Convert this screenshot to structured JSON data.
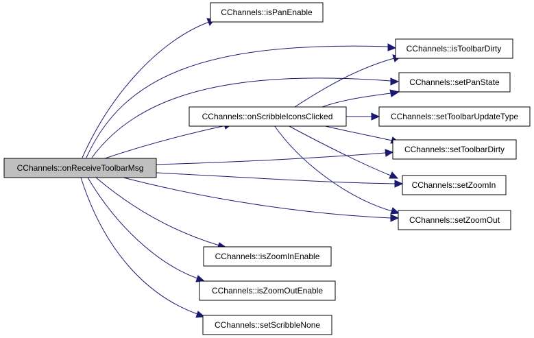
{
  "diagram": {
    "colors": {
      "edge": "#191970",
      "root_fill": "#bfbfbf",
      "node_fill": "#ffffff",
      "border": "#000000"
    },
    "nodes": {
      "root": {
        "label": "CChannels::onReceiveToolbarMsg"
      },
      "isPanEnable": {
        "label": "CChannels::isPanEnable"
      },
      "isToolbarDirty": {
        "label": "CChannels::isToolbarDirty"
      },
      "setPanState": {
        "label": "CChannels::setPanState"
      },
      "onScribbleIconsClicked": {
        "label": "CChannels::onScribbleIconsClicked"
      },
      "setToolbarUpdateType": {
        "label": "CChannels::setToolbarUpdateType"
      },
      "setToolbarDirty": {
        "label": "CChannels::setToolbarDirty"
      },
      "setZoomIn": {
        "label": "CChannels::setZoomIn"
      },
      "setZoomOut": {
        "label": "CChannels::setZoomOut"
      },
      "isZoomInEnable": {
        "label": "CChannels::isZoomInEnable"
      },
      "isZoomOutEnable": {
        "label": "CChannels::isZoomOutEnable"
      },
      "setScribbleNone": {
        "label": "CChannels::setScribbleNone"
      }
    },
    "edges": [
      {
        "from": "root",
        "to": "isPanEnable"
      },
      {
        "from": "root",
        "to": "isToolbarDirty"
      },
      {
        "from": "root",
        "to": "setPanState"
      },
      {
        "from": "root",
        "to": "onScribbleIconsClicked"
      },
      {
        "from": "root",
        "to": "setToolbarDirty"
      },
      {
        "from": "root",
        "to": "setZoomIn"
      },
      {
        "from": "root",
        "to": "setZoomOut"
      },
      {
        "from": "root",
        "to": "isZoomInEnable"
      },
      {
        "from": "root",
        "to": "isZoomOutEnable"
      },
      {
        "from": "root",
        "to": "setScribbleNone"
      },
      {
        "from": "onScribbleIconsClicked",
        "to": "isToolbarDirty"
      },
      {
        "from": "onScribbleIconsClicked",
        "to": "setPanState"
      },
      {
        "from": "onScribbleIconsClicked",
        "to": "setToolbarUpdateType"
      },
      {
        "from": "onScribbleIconsClicked",
        "to": "setToolbarDirty"
      },
      {
        "from": "onScribbleIconsClicked",
        "to": "setZoomIn"
      },
      {
        "from": "onScribbleIconsClicked",
        "to": "setZoomOut"
      }
    ]
  }
}
